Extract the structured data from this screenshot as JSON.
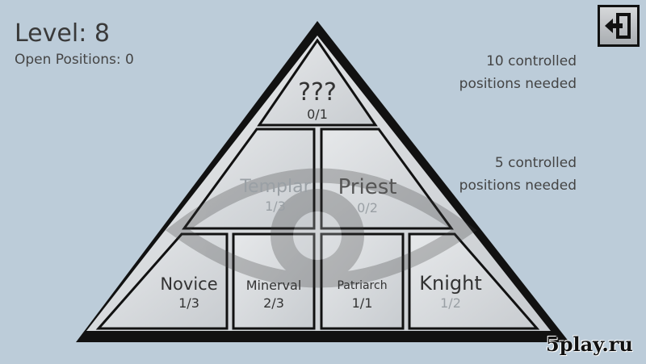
{
  "hud": {
    "level_text": "Level: 8",
    "open_positions_text": "Open Positions: 0"
  },
  "requirements": {
    "top_line1": "10 controlled",
    "top_line2": "positions needed",
    "mid_line1": "5 controlled",
    "mid_line2": "positions needed"
  },
  "pyramid": {
    "top": {
      "name": "???",
      "count": "0/1"
    },
    "middle": [
      {
        "name": "Templar",
        "count": "1/3"
      },
      {
        "name": "Priest",
        "count": "0/2"
      }
    ],
    "bottom": [
      {
        "name": "Novice",
        "count": "1/3"
      },
      {
        "name": "Minerval",
        "count": "2/3"
      },
      {
        "name": "Patriarch",
        "count": "1/1"
      },
      {
        "name": "Knight",
        "count": "1/2"
      }
    ]
  },
  "watermark": "5play.ru",
  "icons": {
    "exit": "exit-arrow-icon"
  },
  "colors": {
    "background": "#bcccd9",
    "frame": "#111111",
    "panel": "#d9dcdf"
  }
}
